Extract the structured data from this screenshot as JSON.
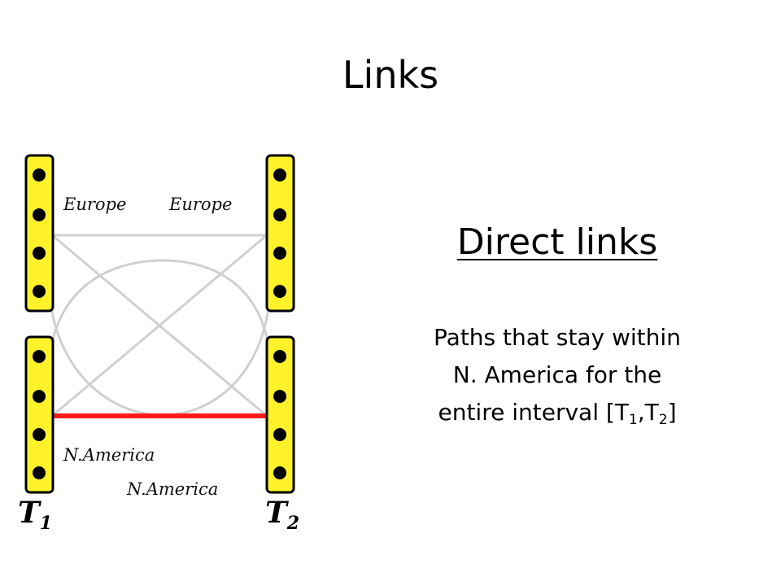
{
  "slide": {
    "title": "Links"
  },
  "diagram": {
    "region_labels": {
      "top_left": "Europe",
      "top_right": "Europe",
      "bottom_left": "N.America",
      "bottom_right": "N.America"
    },
    "time_labels": {
      "t1_letter": "T",
      "t1_sub": "1",
      "t2_letter": "T",
      "t2_sub": "2"
    },
    "colors": {
      "bar_fill": "#FFF22A",
      "bar_stroke": "#000000",
      "dot": "#000000",
      "link_gray": "#D0D0D0",
      "link_highlight": "#FF1A1A"
    }
  },
  "right_panel": {
    "heading": "Direct links",
    "desc_line1": "Paths that stay within",
    "desc_line2": "N. America for the",
    "desc_line3_prefix": "entire interval [T",
    "desc_sub1": "1",
    "desc_comma": ",T",
    "desc_sub2": "2",
    "desc_close": "]"
  }
}
